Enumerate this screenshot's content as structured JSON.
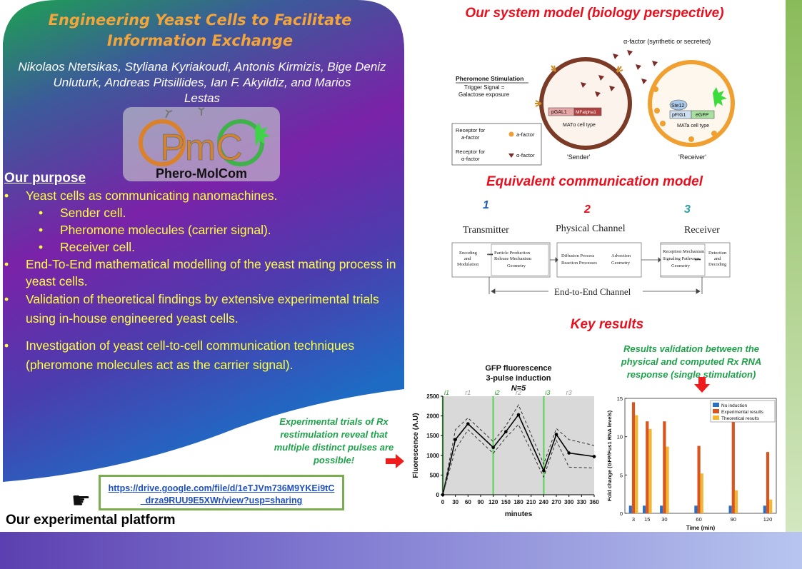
{
  "poster": {
    "title_line1": "Engineering Yeast Cells to Facilitate",
    "title_line2": "Information Exchange",
    "authors_line1": "Nikolaos Ntetsikas, Styliana Kyriakoudi, Antonis Kirmizis, Bige Deniz",
    "authors_line2": "Unluturk, Andreas Pitsillides, Ian F. Akyildiz, and Marios",
    "authors_line3": "Lestas",
    "logo_letters": "PmC",
    "logo_text": "Phero-MolCom",
    "purpose_heading": "Our purpose",
    "purpose_items": [
      {
        "text": "Yeast cells as communicating nanomachines.",
        "level": 1
      },
      {
        "text": "Sender cell.",
        "level": 2
      },
      {
        "text": "Pheromone molecules (carrier signal).",
        "level": 2
      },
      {
        "text": "Receiver cell.",
        "level": 2
      },
      {
        "text": "End-To-End mathematical modelling of the yeast mating process in yeast cells.",
        "level": 1
      },
      {
        "text": "Validation of theoretical findings by extensive experimental trials using in-house engineered yeast cells.",
        "level": 1
      },
      {
        "text": "Investigation of yeast cell-to-cell communication techniques (pheromone molecules act as the carrier signal).",
        "level": 1
      }
    ],
    "url_line1": "https://drive.google.com/file/d/1eTJVm736M9YKEi9tC",
    "url_line2": "_drza9RUU9E5XWr/view?usp=sharing",
    "platform_label": "Our experimental platform"
  },
  "right": {
    "system_heading": "Our system model (biology perspective)",
    "bio": {
      "alpha_factor": "α-factor (synthetic or secreted)",
      "stim_title": "Pheromone Stimulation",
      "stim_l2": "Trigger Signal =",
      "stim_l3": "Galactose exposure",
      "pgal1": "pGAL1",
      "mfalpha1": "MFalpha1",
      "mat_alpha": "MATα cell type",
      "ste12": "Ste12",
      "pfig1": "pFIG1",
      "egfp": "eGFP",
      "mat_a": "MATa cell type",
      "rec_a1": "Receptor for",
      "rec_a2": "a-factor",
      "rec_al1": "Receptor for",
      "rec_al2": "α-factor",
      "a_factor": "a-factor",
      "alpha_factor_leg": "α-factor",
      "sender": "'Sender'",
      "receiver": "'Receiver'"
    },
    "comm_heading": "Equivalent communication model",
    "comm": {
      "n1": "1",
      "n2": "2",
      "n3": "3",
      "tx": "Transmitter",
      "ch": "Physical Channel",
      "rx": "Receiver",
      "enc1": "Encoding",
      "enc2": "and",
      "enc3": "Modulation",
      "pp1": "Particle Production",
      "pp2": "Release Mechanism",
      "pp3": "Geometry",
      "dp1": "Diffusion Process",
      "dp2": "Reaction Processes",
      "ad1": "Advection",
      "ad2": "Geometry",
      "rm1": "Reception Mechanism",
      "rm2": "Signaling Pathways",
      "rm3": "Geometry",
      "dd1": "Detection",
      "dd2": "and",
      "dd3": "Decoding",
      "e2e": "End-to-End Channel"
    },
    "key_heading": "Key results",
    "trials_note_l1": "Experimental trials of Rx",
    "trials_note_l2": "restimulation reveal that",
    "trials_note_l3": "multiple distinct pulses are",
    "trials_note_l4": "possible!",
    "validation_note_l1": "Results validation between the",
    "validation_note_l2": "physical and computed Rx RNA",
    "validation_note_l3": "response (single stimulation)"
  },
  "colors": {
    "title": "#f2a53a",
    "purpose_text": "#ffff40",
    "heading_red": "#e8101e",
    "note_green": "#1ea24a"
  },
  "chart_data": [
    {
      "type": "line",
      "title": "GFP fluorescence",
      "subtitle": "3-pulse induction",
      "n_label": "N=5",
      "xlabel": "minutes",
      "ylabel": "Fluorescence  (A.U)",
      "xlim": [
        0,
        360
      ],
      "ylim": [
        0,
        2500
      ],
      "xticks": [
        0,
        30,
        60,
        90,
        120,
        150,
        180,
        210,
        240,
        270,
        300,
        330,
        360
      ],
      "yticks": [
        0,
        500,
        1000,
        1500,
        2000,
        2500
      ],
      "inductions": [
        {
          "x": 0,
          "label": "i1"
        },
        {
          "x": 120,
          "label": "i2"
        },
        {
          "x": 240,
          "label": "i3"
        }
      ],
      "rest_labels": [
        {
          "x": 60,
          "label": "r1"
        },
        {
          "x": 180,
          "label": "r2"
        },
        {
          "x": 300,
          "label": "r3"
        }
      ],
      "series": [
        {
          "values": [
            [
              0,
              0
            ],
            [
              30,
              1400
            ],
            [
              60,
              1800
            ],
            [
              120,
              1200
            ],
            [
              150,
              1600
            ],
            [
              180,
              2030
            ],
            [
              240,
              610
            ],
            [
              270,
              1530
            ],
            [
              300,
              1060
            ],
            [
              360,
              970
            ]
          ]
        },
        {
          "values": [
            [
              0,
              0
            ],
            [
              30,
              1650
            ],
            [
              60,
              1950
            ],
            [
              120,
              1350
            ],
            [
              150,
              1750
            ],
            [
              180,
              2280
            ],
            [
              240,
              780
            ],
            [
              270,
              1680
            ],
            [
              300,
              1400
            ],
            [
              360,
              1250
            ]
          ]
        },
        {
          "values": [
            [
              0,
              0
            ],
            [
              30,
              1150
            ],
            [
              60,
              1650
            ],
            [
              120,
              1050
            ],
            [
              150,
              1450
            ],
            [
              180,
              1780
            ],
            [
              240,
              450
            ],
            [
              270,
              1380
            ],
            [
              300,
              700
            ],
            [
              360,
              680
            ]
          ]
        }
      ],
      "grid": false
    },
    {
      "type": "bar",
      "ylabel": "Fold change (GFP/Fus1 RNA levels)",
      "xlabel": "Time (min)",
      "categories": [
        "3",
        "15",
        "30",
        "60",
        "90",
        "120"
      ],
      "ylim": [
        0,
        15
      ],
      "yticks": [
        0,
        5,
        10,
        15
      ],
      "legend_position": "top-right",
      "series": [
        {
          "name": "No induction",
          "color": "#2e6fbf",
          "values": [
            1,
            1,
            1,
            1,
            1,
            1
          ]
        },
        {
          "name": "Experimental results",
          "color": "#d9541e",
          "values": [
            14.5,
            12,
            12,
            8.8,
            12.5,
            8
          ]
        },
        {
          "name": "Theoretical results",
          "color": "#f2b632",
          "values": [
            12.8,
            11,
            8.7,
            5.2,
            3,
            1.8
          ]
        }
      ]
    }
  ]
}
